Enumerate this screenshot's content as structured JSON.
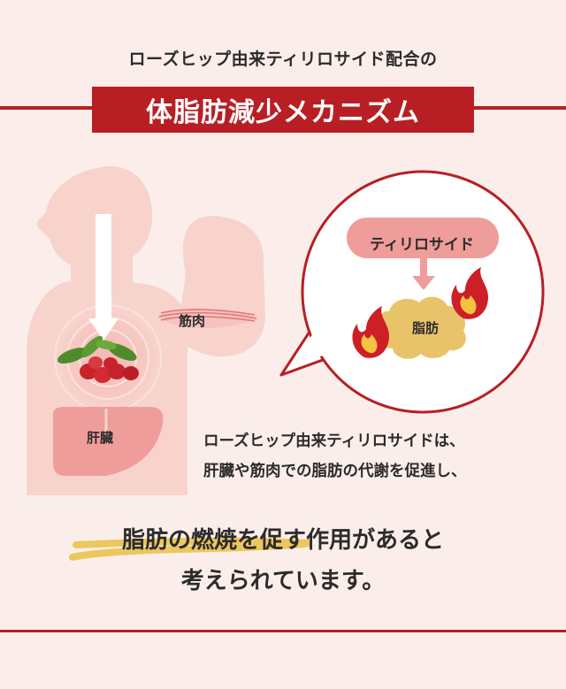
{
  "header": {
    "subtitle": "ローズヒップ由来ティリロサイド配合の",
    "title": "体脂肪減少メカニズム"
  },
  "diagram": {
    "muscle_label": "筋肉",
    "liver_label": "肝臓",
    "tiliroside_label": "ティリロサイド",
    "fat_label": "脂肪"
  },
  "description": {
    "line1": "ローズヒップ由来ティリロサイドは、",
    "line2": "肝臓や筋肉での脂肪の代謝を促進し、"
  },
  "conclusion": {
    "line1": "脂肪の燃焼を促す作用があると",
    "line2": "考えられています。"
  },
  "colors": {
    "accent": "#b81f24",
    "background": "#fbeeea",
    "silhouette": "#f7d3cc",
    "fat": "#e8c36a",
    "highlight": "#e9c24f"
  }
}
